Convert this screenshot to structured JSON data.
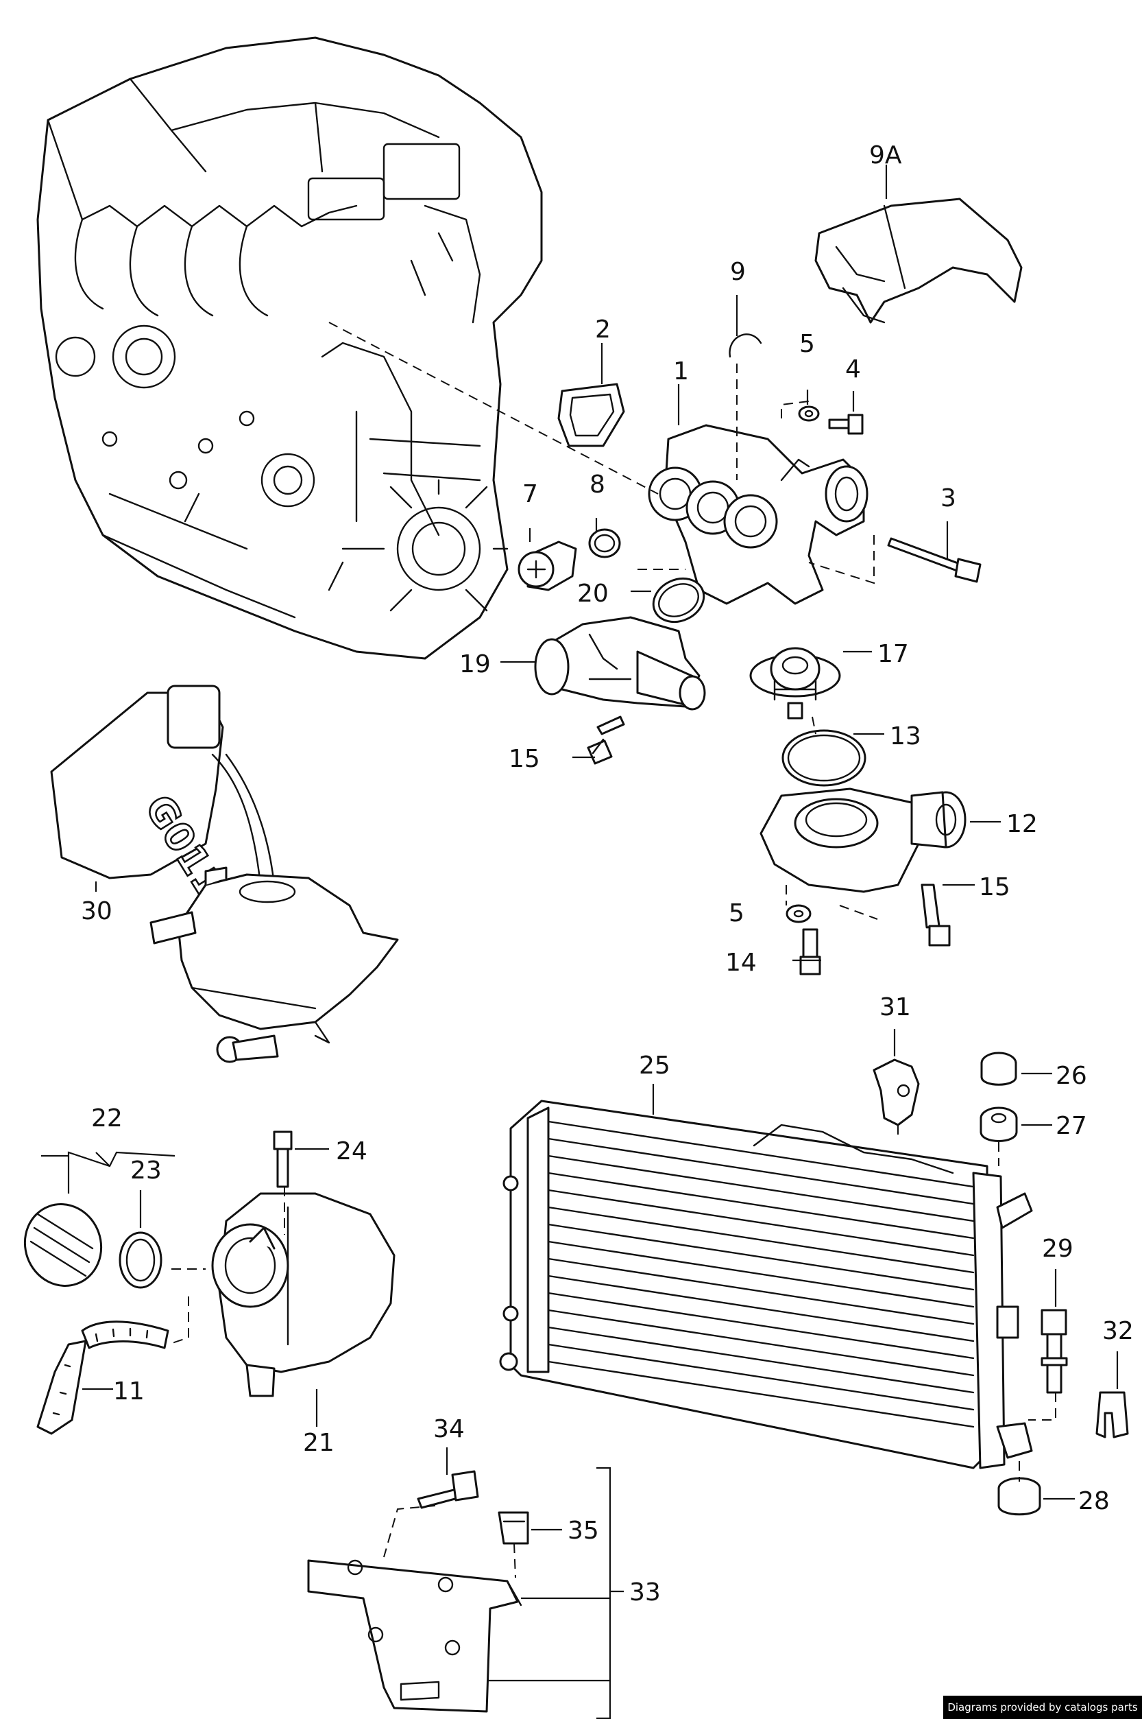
{
  "callouts": [
    {
      "id": "1",
      "text": "1"
    },
    {
      "id": "2",
      "text": "2"
    },
    {
      "id": "3",
      "text": "3"
    },
    {
      "id": "4",
      "text": "4"
    },
    {
      "id": "5a",
      "text": "5"
    },
    {
      "id": "5b",
      "text": "5"
    },
    {
      "id": "7",
      "text": "7"
    },
    {
      "id": "8",
      "text": "8"
    },
    {
      "id": "9",
      "text": "9"
    },
    {
      "id": "9A",
      "text": "9A"
    },
    {
      "id": "11",
      "text": "11"
    },
    {
      "id": "12",
      "text": "12"
    },
    {
      "id": "13",
      "text": "13"
    },
    {
      "id": "14",
      "text": "14"
    },
    {
      "id": "15a",
      "text": "15"
    },
    {
      "id": "15b",
      "text": "15"
    },
    {
      "id": "17",
      "text": "17"
    },
    {
      "id": "19",
      "text": "19"
    },
    {
      "id": "20",
      "text": "20"
    },
    {
      "id": "21",
      "text": "21"
    },
    {
      "id": "22",
      "text": "22"
    },
    {
      "id": "23",
      "text": "23"
    },
    {
      "id": "24",
      "text": "24"
    },
    {
      "id": "25",
      "text": "25"
    },
    {
      "id": "26",
      "text": "26"
    },
    {
      "id": "27",
      "text": "27"
    },
    {
      "id": "28",
      "text": "28"
    },
    {
      "id": "29",
      "text": "29"
    },
    {
      "id": "30",
      "text": "30"
    },
    {
      "id": "31",
      "text": "31"
    },
    {
      "id": "32",
      "text": "32"
    },
    {
      "id": "33",
      "text": "33"
    },
    {
      "id": "34",
      "text": "34"
    },
    {
      "id": "35",
      "text": "35"
    }
  ],
  "coolant_container_marking": "G011",
  "footer": {
    "credit": "Diagrams provided by catalogs parts"
  },
  "colors": {
    "line": "#111111",
    "background": "#ffffff",
    "credit_bar": "#000000",
    "credit_text": "#ffffff"
  }
}
